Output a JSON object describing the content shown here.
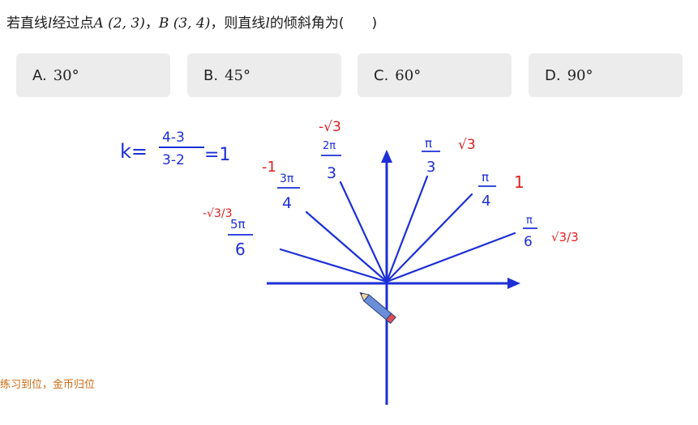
{
  "question": {
    "prefix": "若直线",
    "var_l": "l",
    "mid": "经过点",
    "pointA": "A (2, 3)",
    "sep": "，",
    "pointB": "B (3, 4)",
    "suffix1": "，则直线",
    "var_l2": "l",
    "suffix2": "的倾斜角为(　　)"
  },
  "options": [
    {
      "letter": "A.",
      "value": "30°"
    },
    {
      "letter": "B.",
      "value": "45°"
    },
    {
      "letter": "C.",
      "value": "60°"
    },
    {
      "letter": "D.",
      "value": "90°"
    }
  ],
  "handwriting": {
    "slope_k": "k=",
    "slope_num": "4-3",
    "slope_den": "3-2",
    "slope_result": "=1",
    "angle_labels": [
      {
        "num": "π",
        "den": "3"
      },
      {
        "num": "π",
        "den": "4"
      },
      {
        "num": "π",
        "den": "6"
      },
      {
        "num": "2π",
        "den": "3"
      },
      {
        "num": "3π",
        "den": "4"
      },
      {
        "num": "5π",
        "den": "6"
      }
    ],
    "slope_labels": [
      "√3",
      "1",
      "√3/3",
      "-√3",
      "-1",
      "-√3/3"
    ]
  },
  "badge_text": "练习到位，金币归位",
  "colors": {
    "blue": "#1c2fd6",
    "red": "#e02020",
    "option_bg": "#ececec"
  }
}
